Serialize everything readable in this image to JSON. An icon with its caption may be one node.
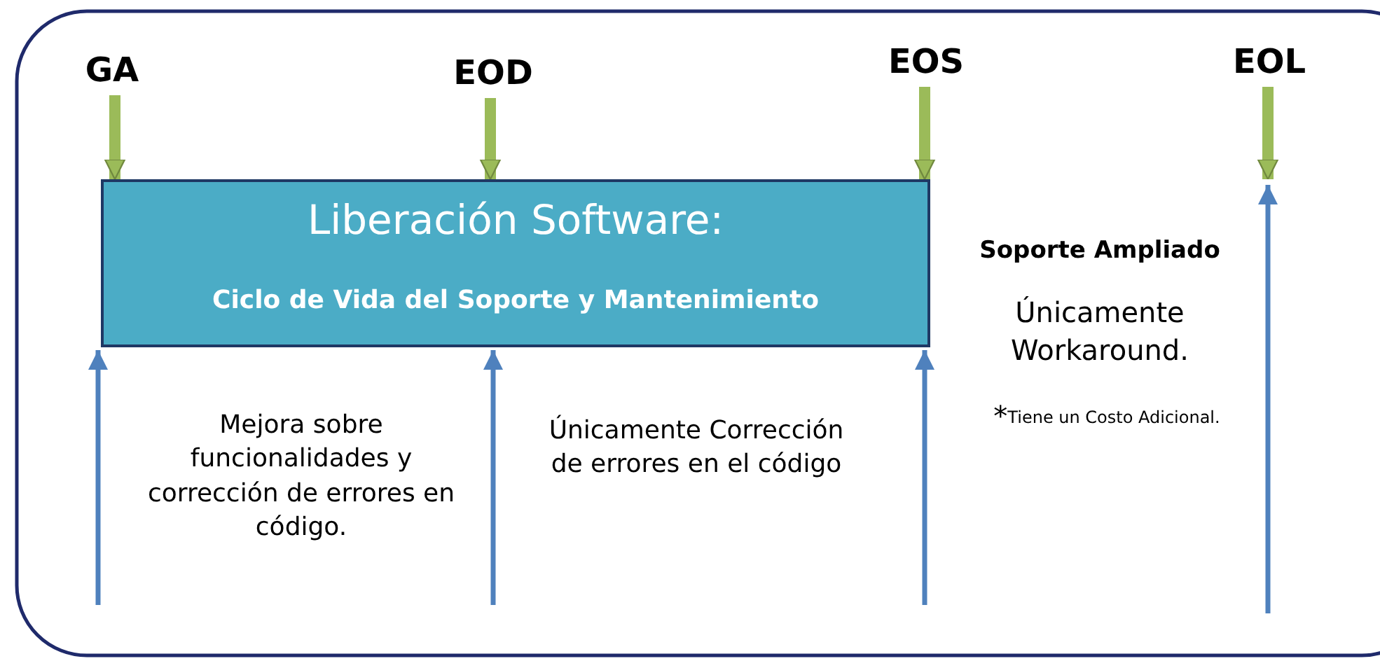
{
  "diagram": {
    "nodes": [
      {
        "text": [
          "GA"
        ]
      },
      {
        "text": [
          "EOD"
        ]
      },
      {
        "text": [
          "EOS"
        ]
      },
      {
        "text": [
          "EOL"
        ]
      },
      {
        "text": [
          "Liberación Software:",
          "Ciclo de Vida del Soporte y Mantenimiento"
        ]
      }
    ],
    "edges": [
      {
        "from": 0,
        "to": 4,
        "arrow": "to"
      },
      {
        "from": 1,
        "to": 4,
        "arrow": "to"
      },
      {
        "from": 2,
        "to": 4,
        "arrow": "to"
      },
      {
        "from": 3,
        "to": null,
        "arrow": "to"
      },
      {
        "from": null,
        "to": 4,
        "arrow": "to",
        "color": "#4f81bd"
      },
      {
        "from": null,
        "to": 4,
        "arrow": "to",
        "color": "#4f81bd"
      },
      {
        "from": null,
        "to": 4,
        "arrow": "to",
        "color": "#4f81bd"
      }
    ],
    "labels": [
      "Soporte Ampliado",
      "Únicamente Workaround.",
      "Mejora sobre funcionalidades y corrección de errores en código.",
      "Únicamente Corrección de errores en el código",
      "$^{*}$Tiene un Costo Adicional."
    ]
  }
}
